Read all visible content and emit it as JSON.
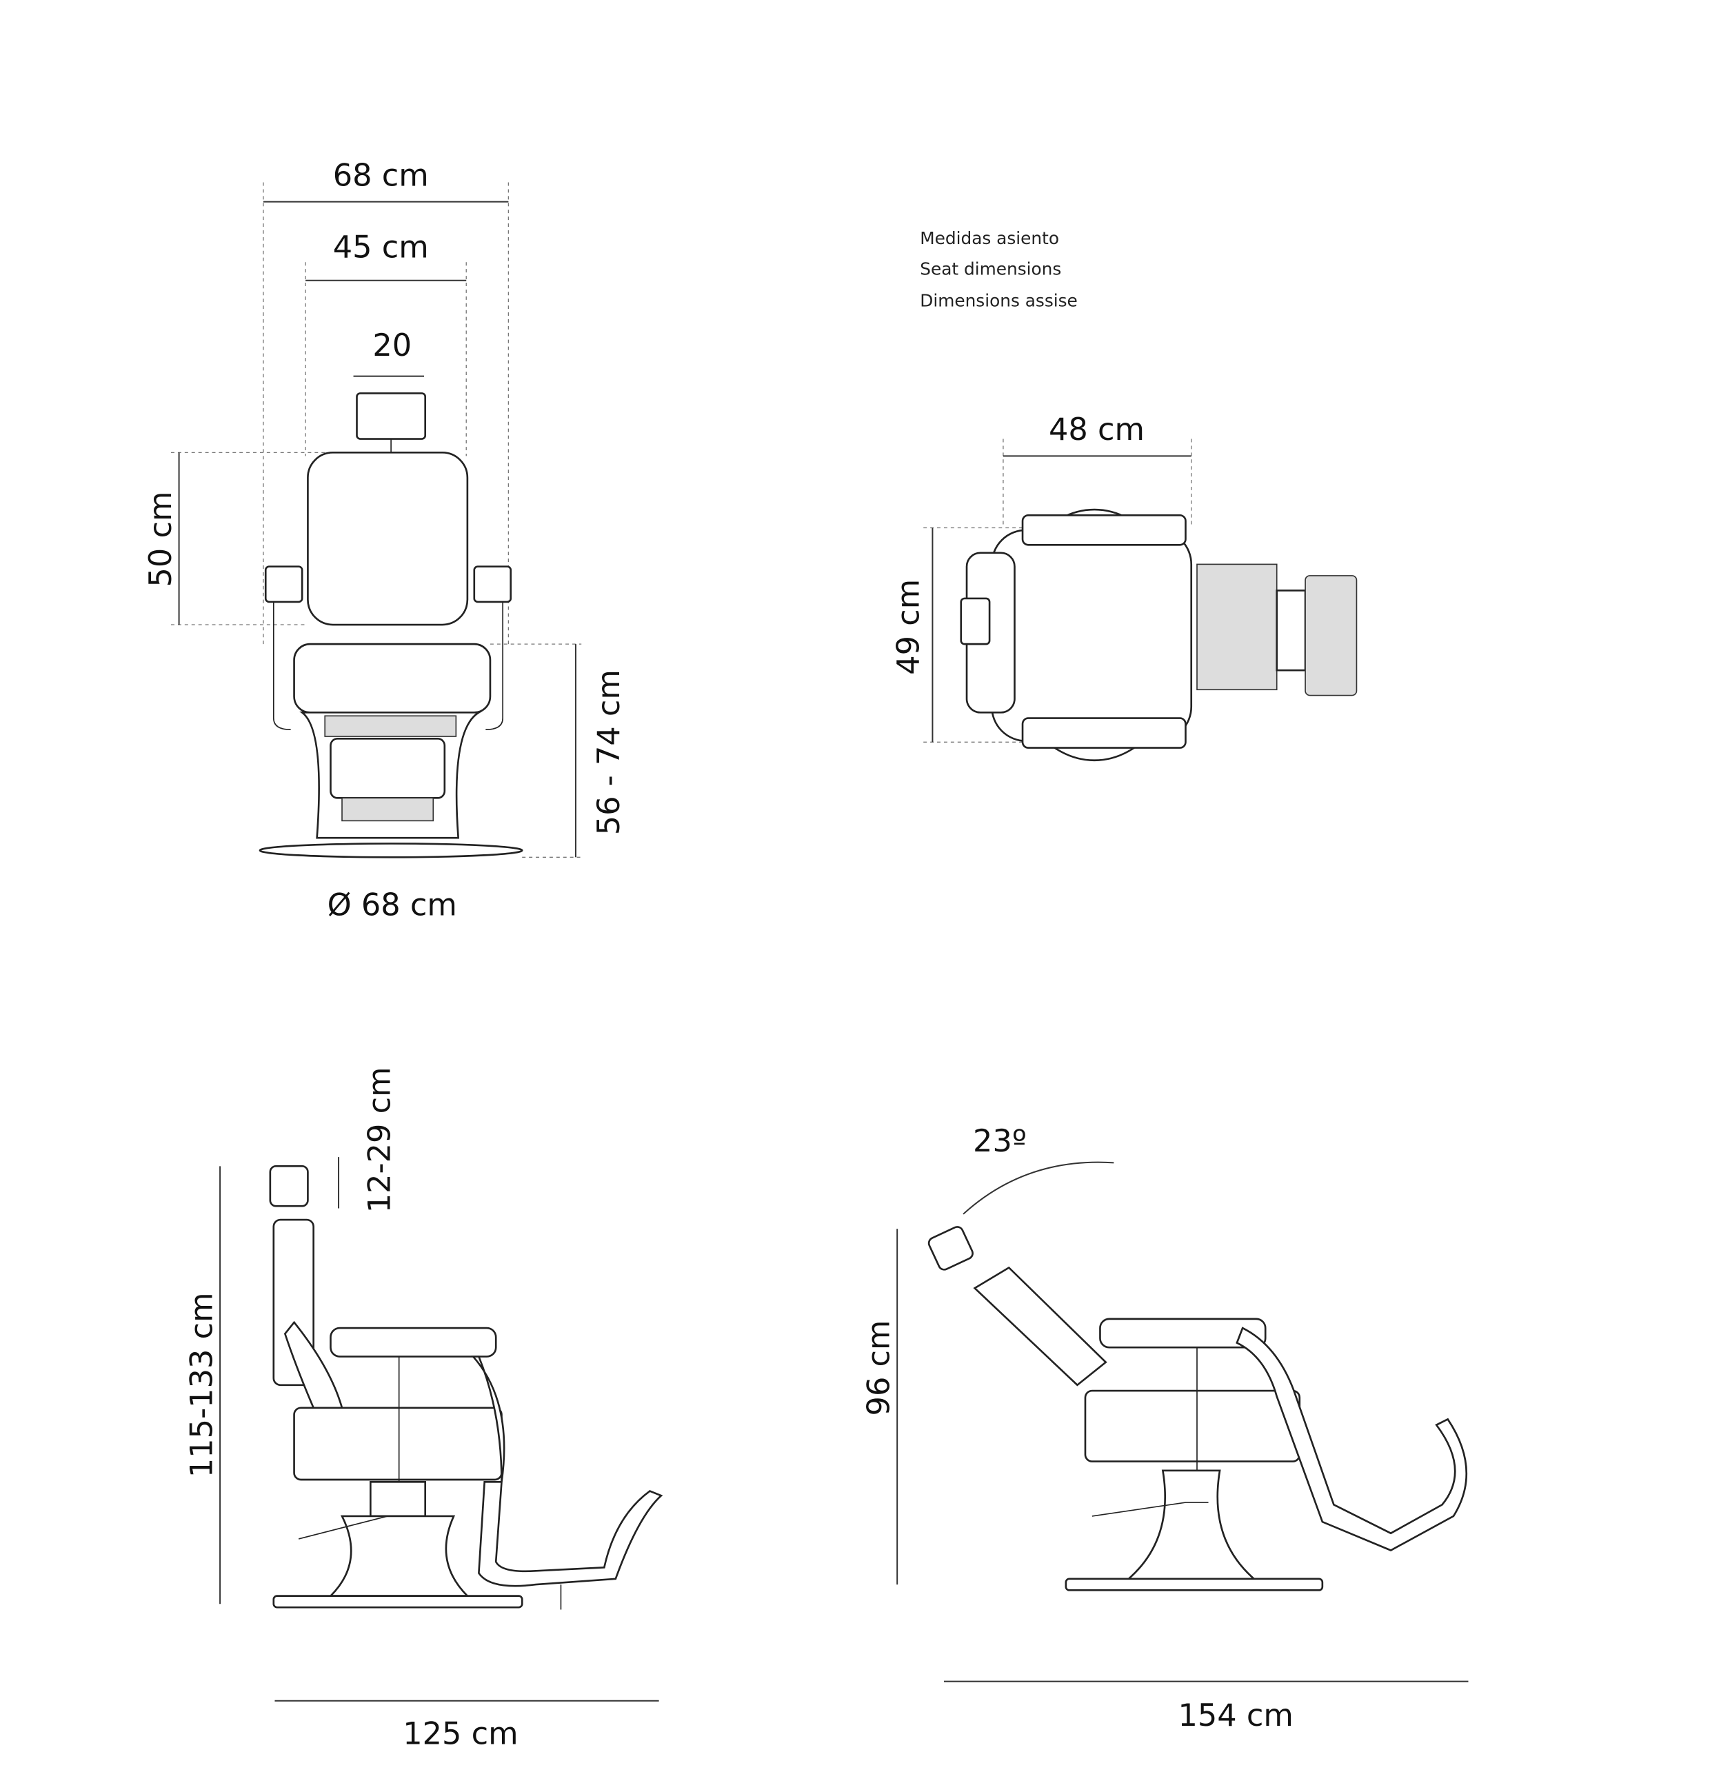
{
  "front_view": {
    "overall_width": "68 cm",
    "backrest_width": "45 cm",
    "headrest_width": "20",
    "backrest_height": "50 cm",
    "seat_height": "56 - 74 cm",
    "base_diameter": "Ø 68 cm"
  },
  "top_view": {
    "notes": [
      "Medidas asiento",
      "Seat dimensions",
      "Dimensions assise"
    ],
    "seat_width": "48 cm",
    "seat_depth": "49 cm"
  },
  "side_view": {
    "headrest_adjust": "12-29 cm",
    "total_height": "115-133 cm",
    "total_length": "125 cm"
  },
  "reclined_view": {
    "recline_angle": "23º",
    "height": "96 cm",
    "length": "154 cm"
  }
}
